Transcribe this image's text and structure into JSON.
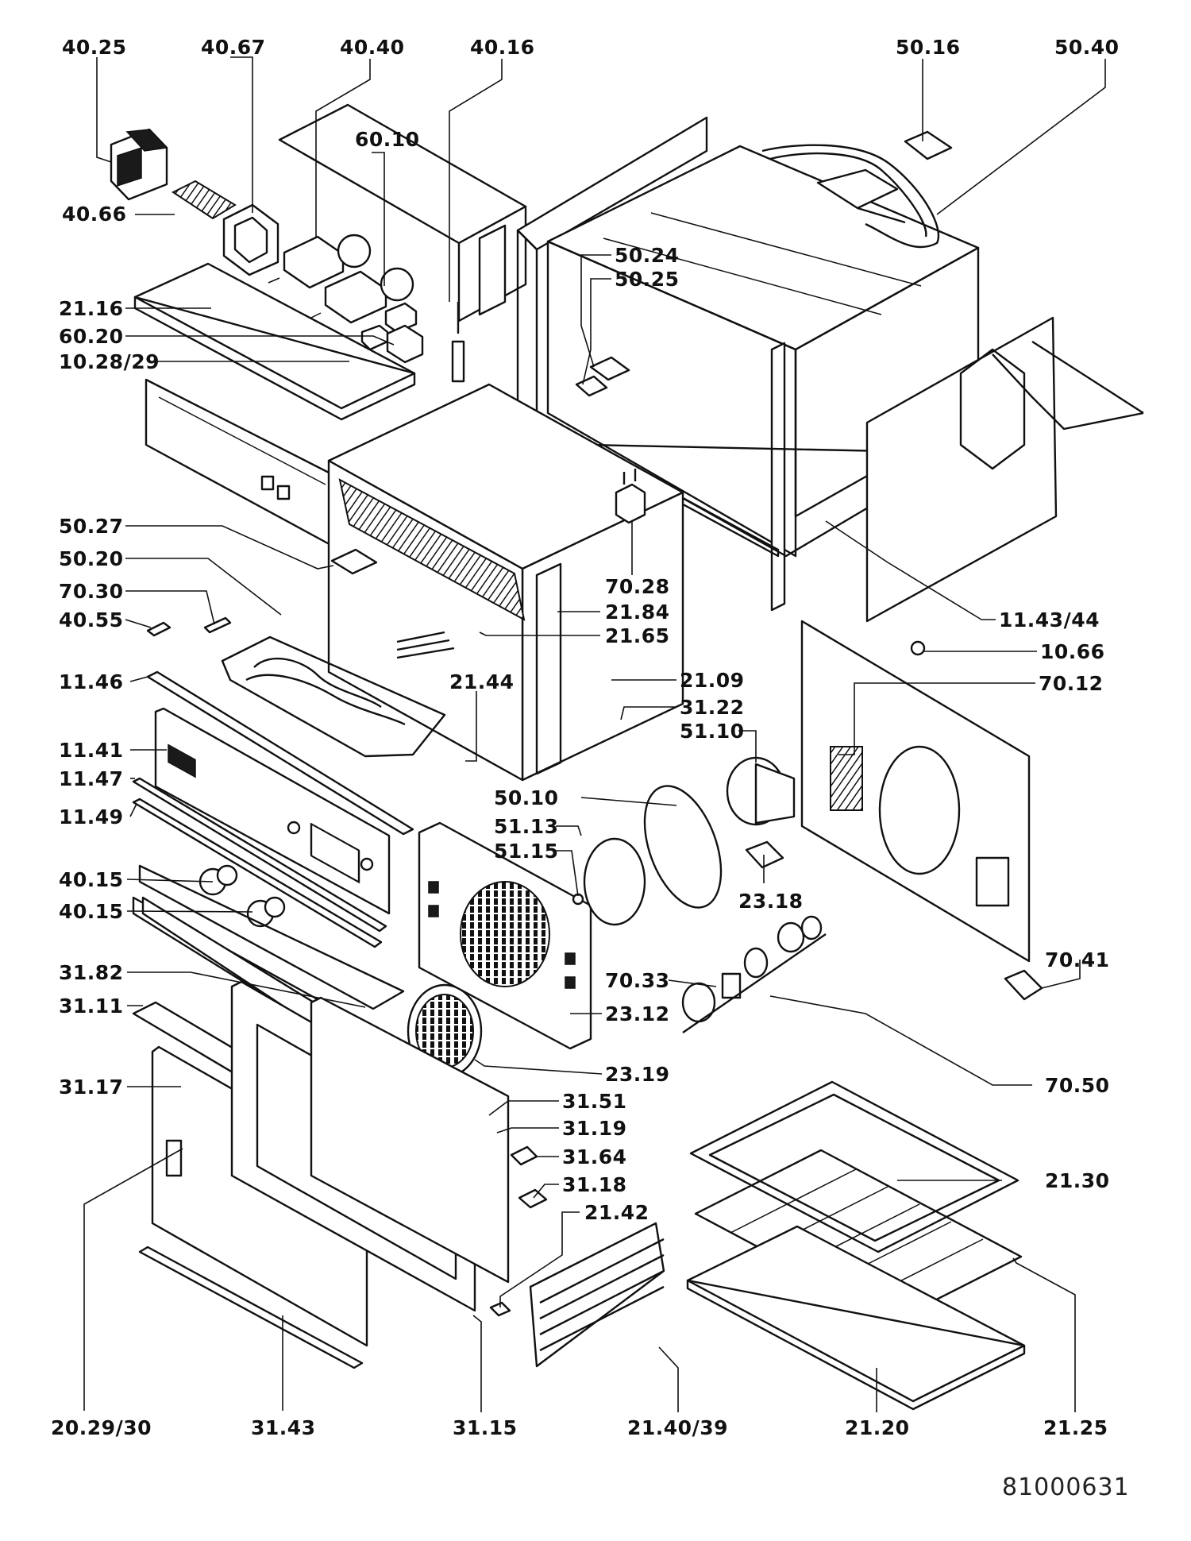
{
  "document_number": "81000631",
  "labels": {
    "l4025": "40.25",
    "l4067": "40.67",
    "l4040": "40.40",
    "l4016": "40.16",
    "l5016": "50.16",
    "l5040": "50.40",
    "l6010": "60.10",
    "l4066": "40.66",
    "l5024": "50.24",
    "l5025": "50.25",
    "l2116": "21.16",
    "l6020": "60.20",
    "l102829": "10.28/29",
    "l5027": "50.27",
    "l5020": "50.20",
    "l7030": "70.30",
    "l4055": "40.55",
    "l7028": "70.28",
    "l2184": "21.84",
    "l2165": "21.65",
    "l114344": "11.43/44",
    "l1066": "10.66",
    "l1146": "11.46",
    "l2144": "21.44",
    "l2109": "21.09",
    "l7012": "70.12",
    "l3122": "31.22",
    "l5110": "51.10",
    "l1141": "11.41",
    "l1147": "11.47",
    "l1149": "11.49",
    "l5010": "50.10",
    "l5113": "51.13",
    "l5115": "51.15",
    "l4015a": "40.15",
    "l4015b": "40.15",
    "l2318": "23.18",
    "l7041": "70.41",
    "l3182": "31.82",
    "l7033": "70.33",
    "l3111": "31.11",
    "l2312": "23.12",
    "l2319": "23.19",
    "l3117": "31.17",
    "l7050": "70.50",
    "l3151": "31.51",
    "l3119": "31.19",
    "l3164": "31.64",
    "l3118": "31.18",
    "l2130": "21.30",
    "l2142": "21.42",
    "l202930": "20.29/30",
    "l3143": "31.43",
    "l3115": "31.15",
    "l214039": "21.40/39",
    "l2120": "21.20",
    "l2125": "21.25"
  }
}
